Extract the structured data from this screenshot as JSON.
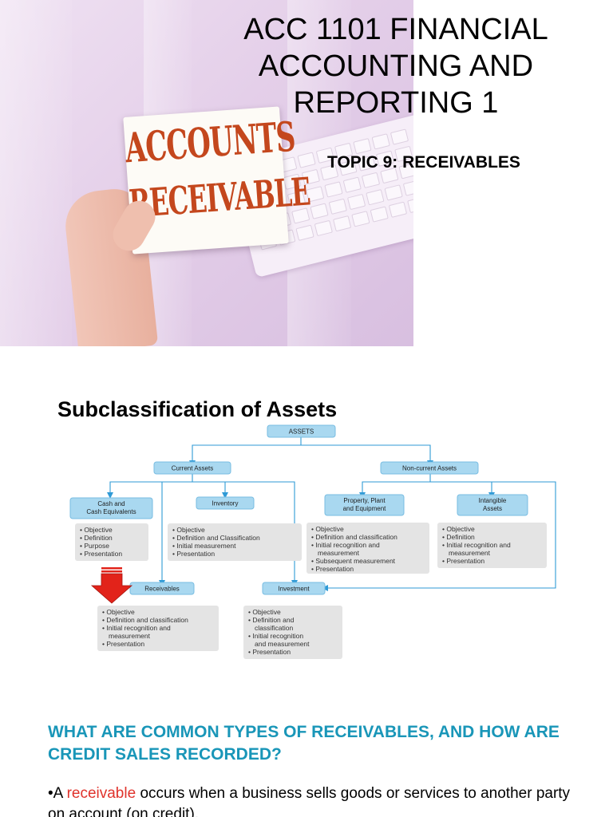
{
  "slide1": {
    "title": [
      "ACC 1101 FINANCIAL",
      "ACCOUNTING AND",
      "REPORTING 1"
    ],
    "topic": "TOPIC 9: RECEIVABLES",
    "image": {
      "card_line1": "ACCOUNTS",
      "card_line2": "RECEIVABLE",
      "card_text_color": "#c4471d",
      "background_tint": "#e4cfe9"
    }
  },
  "slide2": {
    "heading": "Subclassification of Assets",
    "diagram": {
      "root": "ASSETS",
      "current": "Current Assets",
      "noncurrent": "Non-current Assets",
      "cash": [
        "Cash and",
        "Cash Equivalents"
      ],
      "cash_items": [
        "Objective",
        "Definition",
        "Purpose",
        "Presentation"
      ],
      "inventory": "Inventory",
      "inventory_items": [
        "Objective",
        "Definition and Classification",
        "Initial measurement",
        "Presentation"
      ],
      "ppe": [
        "Property, Plant",
        "and Equipment"
      ],
      "ppe_items": [
        "Objective",
        "Definition and classification",
        "Initial recognition and",
        "measurement",
        "Subsequent measurement",
        "Presentation"
      ],
      "intangible": [
        "Intangible",
        "Assets"
      ],
      "intangible_items": [
        "Objective",
        "Definition",
        "Initial recognition and",
        "measurement",
        "Presentation"
      ],
      "receivables": "Receivables",
      "receivables_items": [
        "Objective",
        "Definition and classification",
        "Initial recognition and",
        "measurement",
        "Presentation"
      ],
      "investment": "Investment",
      "investment_items": [
        "Objective",
        "Definition and",
        "classification",
        "Initial recognition",
        "and measurement",
        "Presentation"
      ],
      "connector_color": "#2f9ad6",
      "node_color": "#a9d8f0",
      "arrow_color": "#e2231a"
    }
  },
  "slide3": {
    "heading": "WHAT ARE COMMON TYPES OF RECEIVABLES, AND HOW ARE CREDIT SALES RECORDED?",
    "bullet_marker": "•",
    "bullet_prefix": "A ",
    "bullet_highlight": "receivable",
    "bullet_rest": " occurs when a business sells goods or services to another party on account (on credit).",
    "heading_color": "#1996b8",
    "highlight_color": "#e0332c"
  }
}
